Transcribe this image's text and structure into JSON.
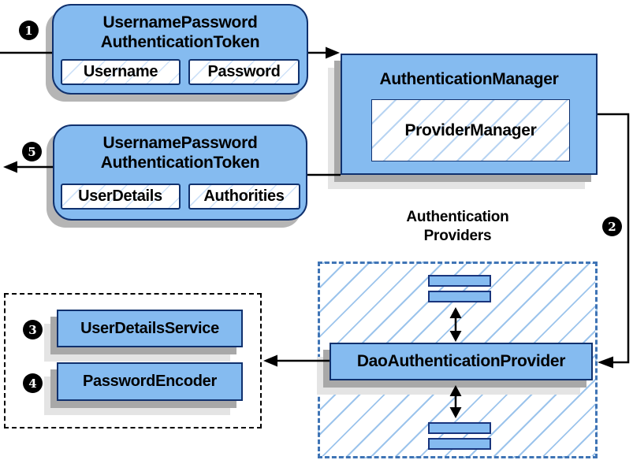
{
  "colors": {
    "node_fill": "#85bbf0",
    "node_border": "#10316e",
    "providers_dash_border": "#3f74b5",
    "hatch_line": "#9cc4ec",
    "shadow_dark": "#a8a8a8",
    "shadow_light": "#e4e4e4",
    "connector": "#000000",
    "badge_bg": "#000000",
    "badge_text": "#ffffff"
  },
  "steps": {
    "one": "1",
    "two": "2",
    "three": "3",
    "four": "4",
    "five": "5"
  },
  "request_token": {
    "title_line1": "UsernamePassword",
    "title_line2": "AuthenticationToken",
    "fields": [
      "Username",
      "Password"
    ]
  },
  "authentication_manager": {
    "title": "AuthenticationManager",
    "inner_label": "ProviderManager"
  },
  "response_token": {
    "title_line1": "UsernamePassword",
    "title_line2": "AuthenticationToken",
    "fields": [
      "UserDetails",
      "Authorities"
    ]
  },
  "authentication_providers": {
    "label_line1": "Authentication",
    "label_line2": "Providers"
  },
  "dao_authentication_provider": {
    "label": "DaoAuthenticationProvider"
  },
  "user_details_service": {
    "label": "UserDetailsService"
  },
  "password_encoder": {
    "label": "PasswordEncoder"
  }
}
